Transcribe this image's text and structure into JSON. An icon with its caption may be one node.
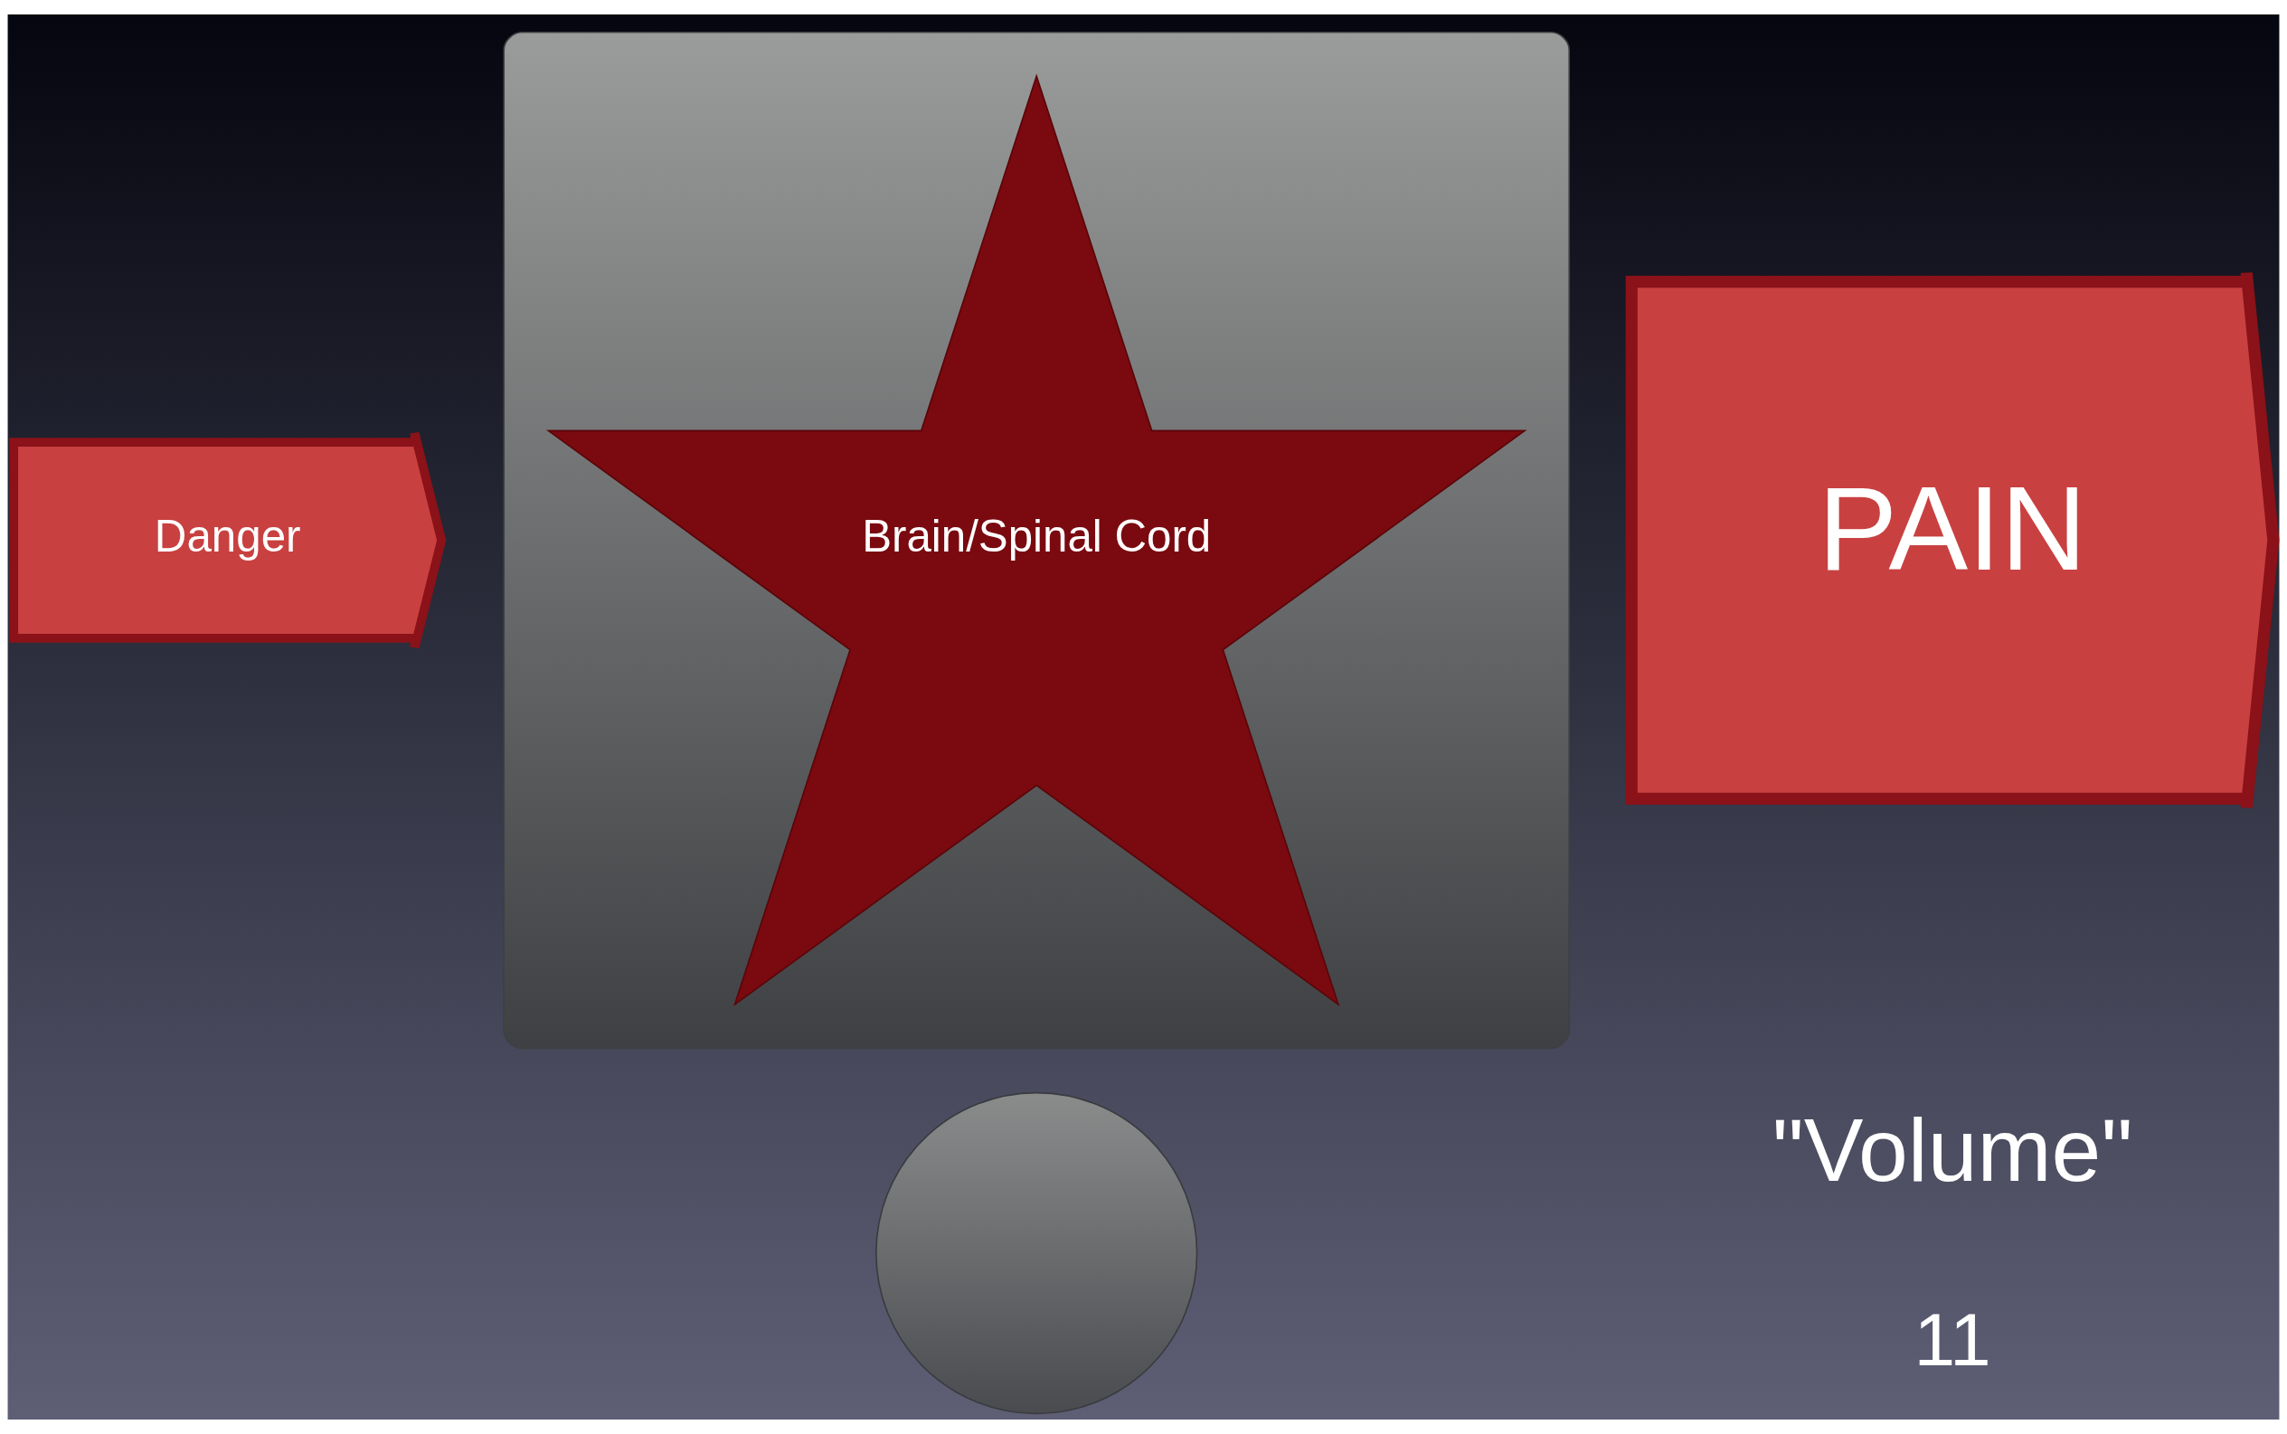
{
  "diagram": {
    "nodes": [
      {
        "text": [
          "Danger"
        ]
      },
      {
        "text": [],
        "shape": "box"
      },
      {
        "text": [
          "Brain/Spinal Cord"
        ],
        "in": 1
      },
      {
        "text": [
          "PAIN"
        ]
      },
      {
        "text": [],
        "shape": "circle",
        "beside": [
          "\"Volume\"",
          "11"
        ]
      }
    ],
    "edges": []
  }
}
